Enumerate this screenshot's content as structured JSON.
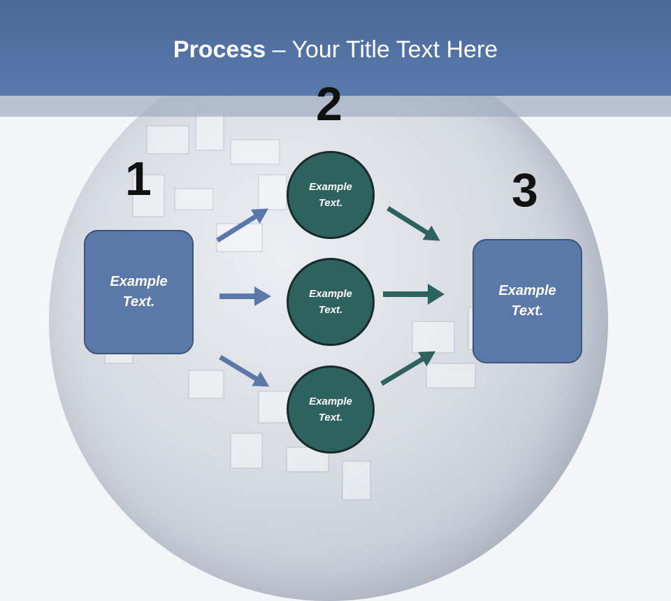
{
  "slide": {
    "title_bold": "Process",
    "title_rest": " – Your Title Text Here"
  },
  "steps": {
    "one": "1",
    "two": "2",
    "three": "3"
  },
  "left_box": {
    "line1": "Example",
    "line2": "Text."
  },
  "circles": [
    {
      "line1": "Example",
      "line2": "Text."
    },
    {
      "line1": "Example",
      "line2": "Text."
    },
    {
      "line1": "Example",
      "line2": "Text."
    }
  ],
  "right_box": {
    "line1": "Example",
    "line2": "Text."
  },
  "colors": {
    "header": "#5a7aad",
    "box_fill": "#5b79a8",
    "circle_fill": "#2e625e",
    "left_arrows": "#5b79a8",
    "right_arrows": "#2e625e"
  }
}
